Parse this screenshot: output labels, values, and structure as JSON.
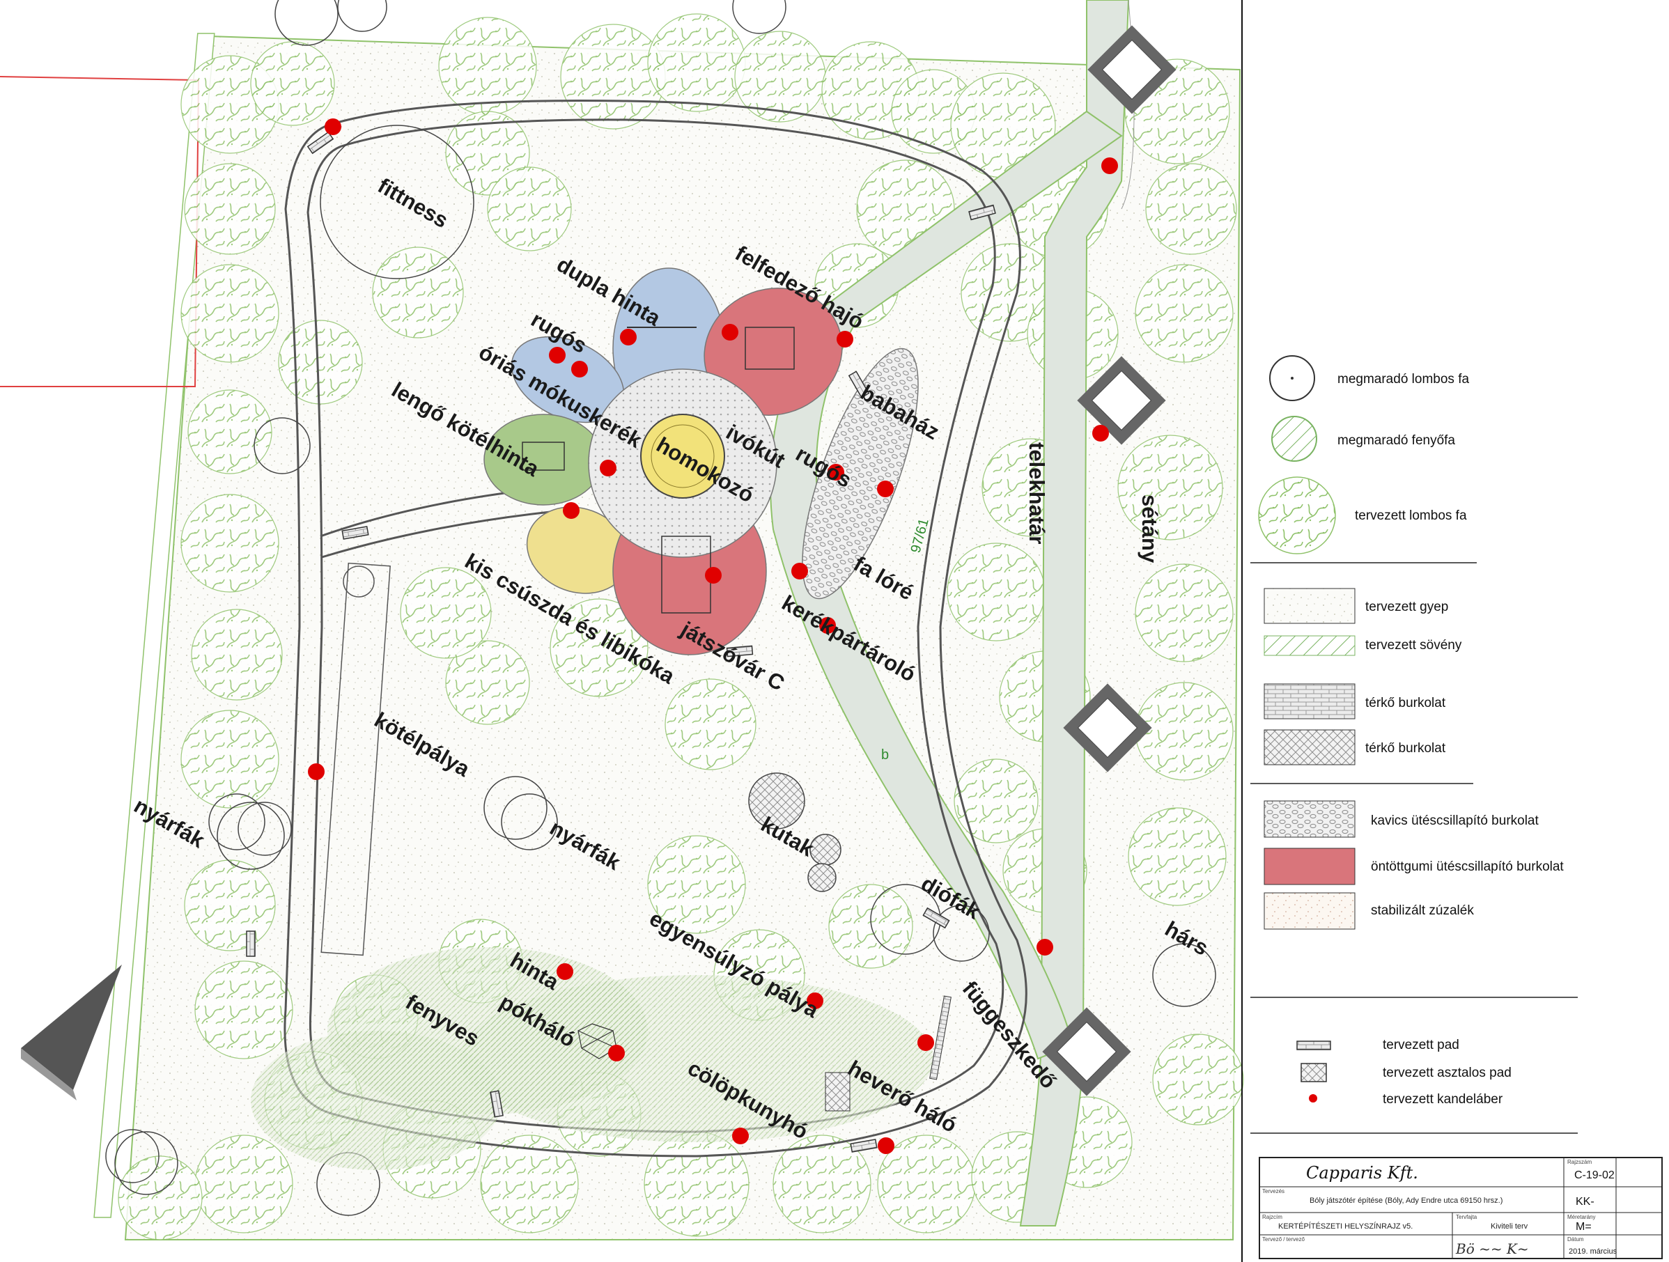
{
  "map": {
    "labels": {
      "fittness": "fittness",
      "dupla_hinta": "dupla hinta",
      "felfedezo_hajo": "felfedező hajó",
      "rugos_1": "rugós",
      "orias_mokuskerek": "óriás mókuskerék",
      "lengo_kotelhinta": "lengő kötélhinta",
      "homokozo": "homokozó",
      "ivokut": "ivókút",
      "rugos_2": "rugós",
      "babahaz": "babaház",
      "kis_csuszda": "kis csúszda és libikóka",
      "jatszovar": "játszóvár C",
      "fa_lore": "fa lóré",
      "kerekpartarolo": "kerékpártároló",
      "telekhatar": "telekhatár",
      "setany": "sétány",
      "kotelpalya": "kötélpálya",
      "nyarfak_1": "nyárfák",
      "nyarfak_2": "nyárfák",
      "kutak": "kutak",
      "diofak": "diófák",
      "hars": "hárs",
      "egyensulyzo": "egyensúlyzó pálya",
      "hinta": "hinta",
      "pokhalo": "pókháló",
      "fenyves": "fenyves",
      "cölöpkunyho": "cölöpkunyhó",
      "hevero_halo": "heverő háló",
      "fuggeszkedo": "függeszkedő"
    },
    "notes": {
      "parcel_number": "97/61",
      "letter_b": "b"
    },
    "colors": {
      "tree_green": "#8fc26a",
      "path_fill": "#dfe6df",
      "rubber_red": "#d9757b",
      "blue_zone": "#b3c8e3",
      "green_zone": "#a8c98a",
      "yellow_zone": "#efe08f",
      "sand_yellow": "#f2e27a",
      "lamp_red": "#e00000",
      "paving_grey": "#d6d6d6"
    }
  },
  "legend": {
    "items": [
      {
        "label": "megmaradó lombos fa",
        "icon": "existing-deciduous-tree-icon"
      },
      {
        "label": "megmaradó fenyőfa",
        "icon": "existing-conifer-icon"
      },
      {
        "label": "tervezett lombos fa",
        "icon": "planned-deciduous-tree-icon"
      }
    ],
    "surfaces": [
      {
        "label": "tervezett gyep",
        "icon": "lawn-swatch"
      },
      {
        "label": "tervezett sövény",
        "icon": "hedge-swatch"
      },
      {
        "label": "térkő burkolat",
        "icon": "brick-paving-swatch"
      },
      {
        "label": "térkő burkolat",
        "icon": "crosshatch-paving-swatch"
      },
      {
        "label": "kavics ütéscsillapító burkolat",
        "icon": "gravel-swatch"
      },
      {
        "label": "öntöttgumi ütéscsillapító burkolat",
        "icon": "rubber-swatch"
      },
      {
        "label": "stabilizált zúzalék",
        "icon": "crushed-stone-swatch"
      }
    ],
    "furniture": [
      {
        "label": "tervezett pad",
        "icon": "bench-icon"
      },
      {
        "label": "tervezett asztalos pad",
        "icon": "table-bench-icon"
      },
      {
        "label": "tervezett kandeláber",
        "icon": "lamp-post-icon"
      }
    ]
  },
  "title_block": {
    "company": "Capparis Kft.",
    "drawing_code": "C-19-02",
    "project": "Bóly játszótér építése (Bóly, Ady Endre utca 69150 hrsz.)",
    "sheet_code": "KK-",
    "drawing_title": "KERTÉPÍTÉSZETI HELYSZÍNRAJZ v5.",
    "plan_type": "Kiviteli terv",
    "scale": "M=",
    "date": "2019. március",
    "field_labels": {
      "megrendelo": "Tervezés",
      "rajzszam": "Rajzszám",
      "rajz_cim": "Rajzcím",
      "tervfajta": "Tervfajta",
      "meretarany": "Méretarány",
      "datum": "Dátum",
      "tervezo": "Tervező / tervező"
    }
  }
}
